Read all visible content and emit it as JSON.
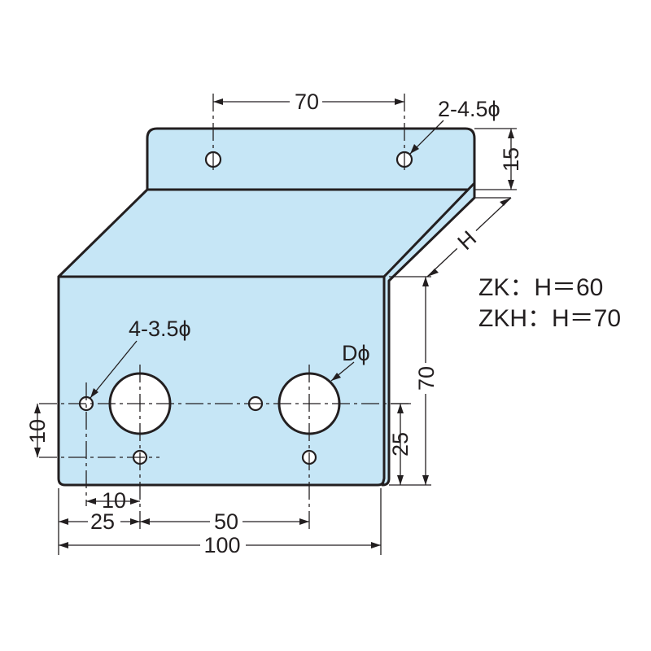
{
  "colors": {
    "plate": "#c6e6f6",
    "line": "#231f20",
    "background": "#ffffff"
  },
  "dimensions": {
    "top_spacing": "70",
    "top_holes": "2-4.5ϕ",
    "flange_height": "15",
    "bend_offset": "H",
    "side_height": "70",
    "hole_row_height": "25",
    "hole_offset_vertical": "10",
    "hole_offset_horizontal": "10",
    "hole_spacing_a": "25",
    "hole_spacing_b": "50",
    "overall_width": "100",
    "bottom_holes": "4-3.5ϕ",
    "large_hole": "Dϕ"
  },
  "notes": {
    "zk": "ZK：H＝60",
    "zkh": "ZKH：H＝70"
  }
}
